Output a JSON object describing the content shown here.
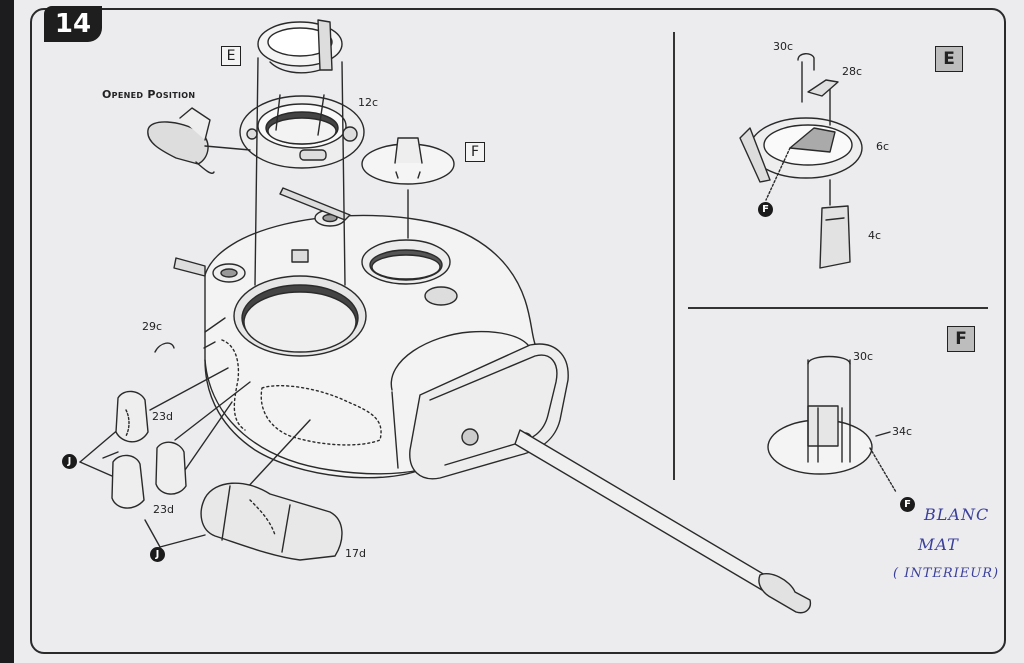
{
  "step": {
    "number": "14"
  },
  "labels": {
    "opened_position": "Opened Position",
    "part_12c": "12c",
    "part_29c": "29c",
    "part_23d_top": "23d",
    "part_23d_bottom": "23d",
    "part_17d": "17d",
    "right_e_30c": "30c",
    "right_e_28c": "28c",
    "right_e_6c": "6c",
    "right_e_4c": "4c",
    "right_f_30c": "30c",
    "right_f_34c": "34c"
  },
  "callouts": {
    "e_main": "E",
    "f_main": "F",
    "e_panel": "E",
    "f_panel": "F"
  },
  "markers": {
    "j_left": "J",
    "j_bottom": "J",
    "f_panel_e": "F",
    "f_panel_f": "F"
  },
  "handwritten": {
    "line1": "BLANC",
    "line2": "MAT",
    "line3": "( INTERIEUR)"
  },
  "colors": {
    "paper": "#ecebee",
    "ink": "#2a2a2a",
    "handwriting": "#3a3f9a"
  }
}
